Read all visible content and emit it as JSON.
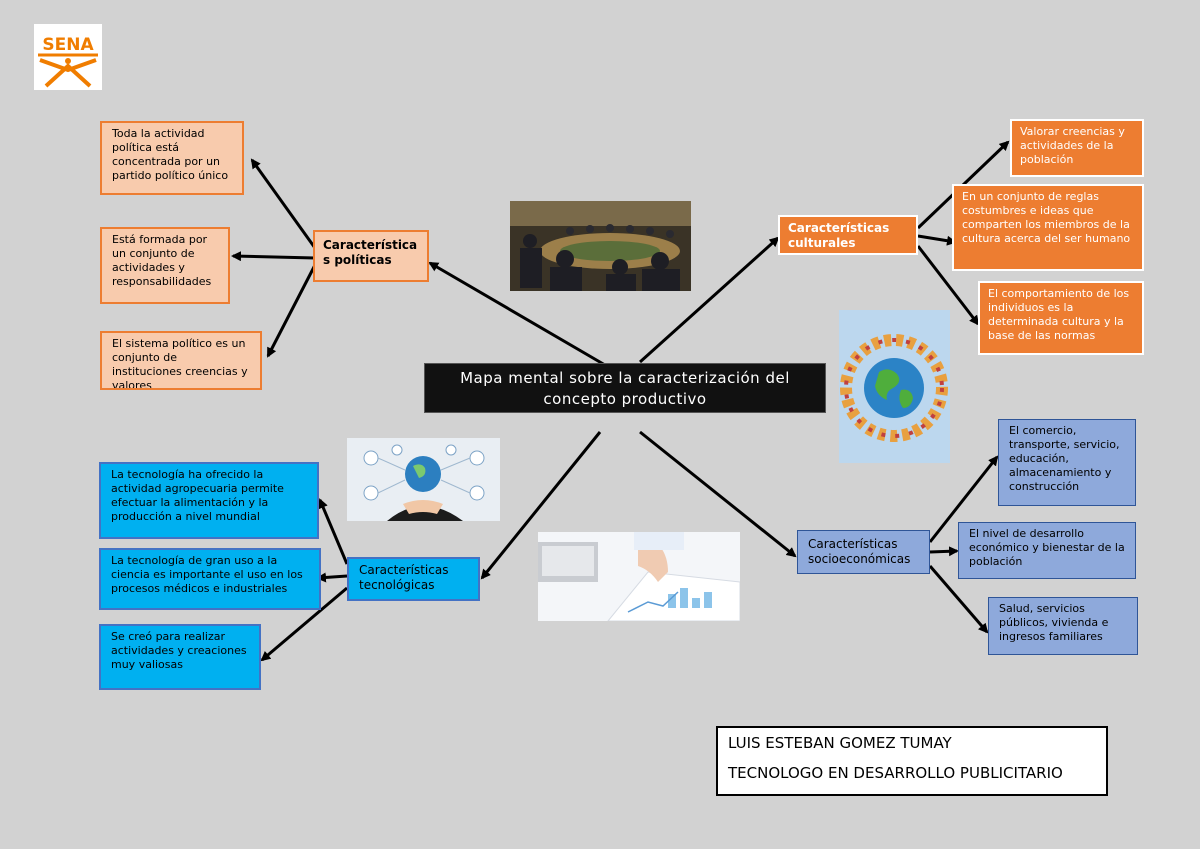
{
  "logo": {
    "text": "SENA",
    "color": "#f07d00"
  },
  "center": {
    "title": "Mapa mental sobre la caracterización del concepto productivo"
  },
  "politicas": {
    "title": "Característica s políticas",
    "items": [
      "Toda la actividad política está concentrada por un partido político único",
      "Está formada por un conjunto de actividades y responsabilidades",
      "El sistema político es un conjunto de instituciones creencias y valores"
    ]
  },
  "culturales": {
    "title": "Características culturales",
    "items": [
      "Valorar creencias y actividades de la población",
      "En un conjunto de reglas costumbres  e ideas que comparten los miembros de la cultura acerca del ser humano",
      "El comportamiento de los individuos es la determinada cultura y la base de las normas"
    ]
  },
  "tecnologicas": {
    "title": "Características tecnológicas",
    "items": [
      "La tecnología ha ofrecido la actividad agropecuaria permite efectuar la alimentación y la producción a nivel mundial",
      "La tecnología de gran uso a la ciencia es importante el uso en los procesos médicos e industriales",
      "Se creó para realizar actividades y creaciones muy valiosas"
    ]
  },
  "socioeconomicas": {
    "title": "Características socioeconómicas",
    "items": [
      "El comercio, transporte, servicio, educación, almacenamiento y construcción",
      "El nivel de desarrollo económico y bienestar de la población",
      "Salud, servicios públicos, vivienda e ingresos familiares"
    ]
  },
  "author": {
    "name": "LUIS ESTEBAN GOMEZ TUMAY",
    "program": "TECNOLOGO EN DESARROLLO PUBLICITARIO"
  },
  "colors": {
    "background": "#d2d2d2",
    "politicas": "#f8cbad",
    "culturales": "#ed7d31",
    "tecnologicas": "#00b0f0",
    "socioeconomicas": "#8ea9db"
  }
}
